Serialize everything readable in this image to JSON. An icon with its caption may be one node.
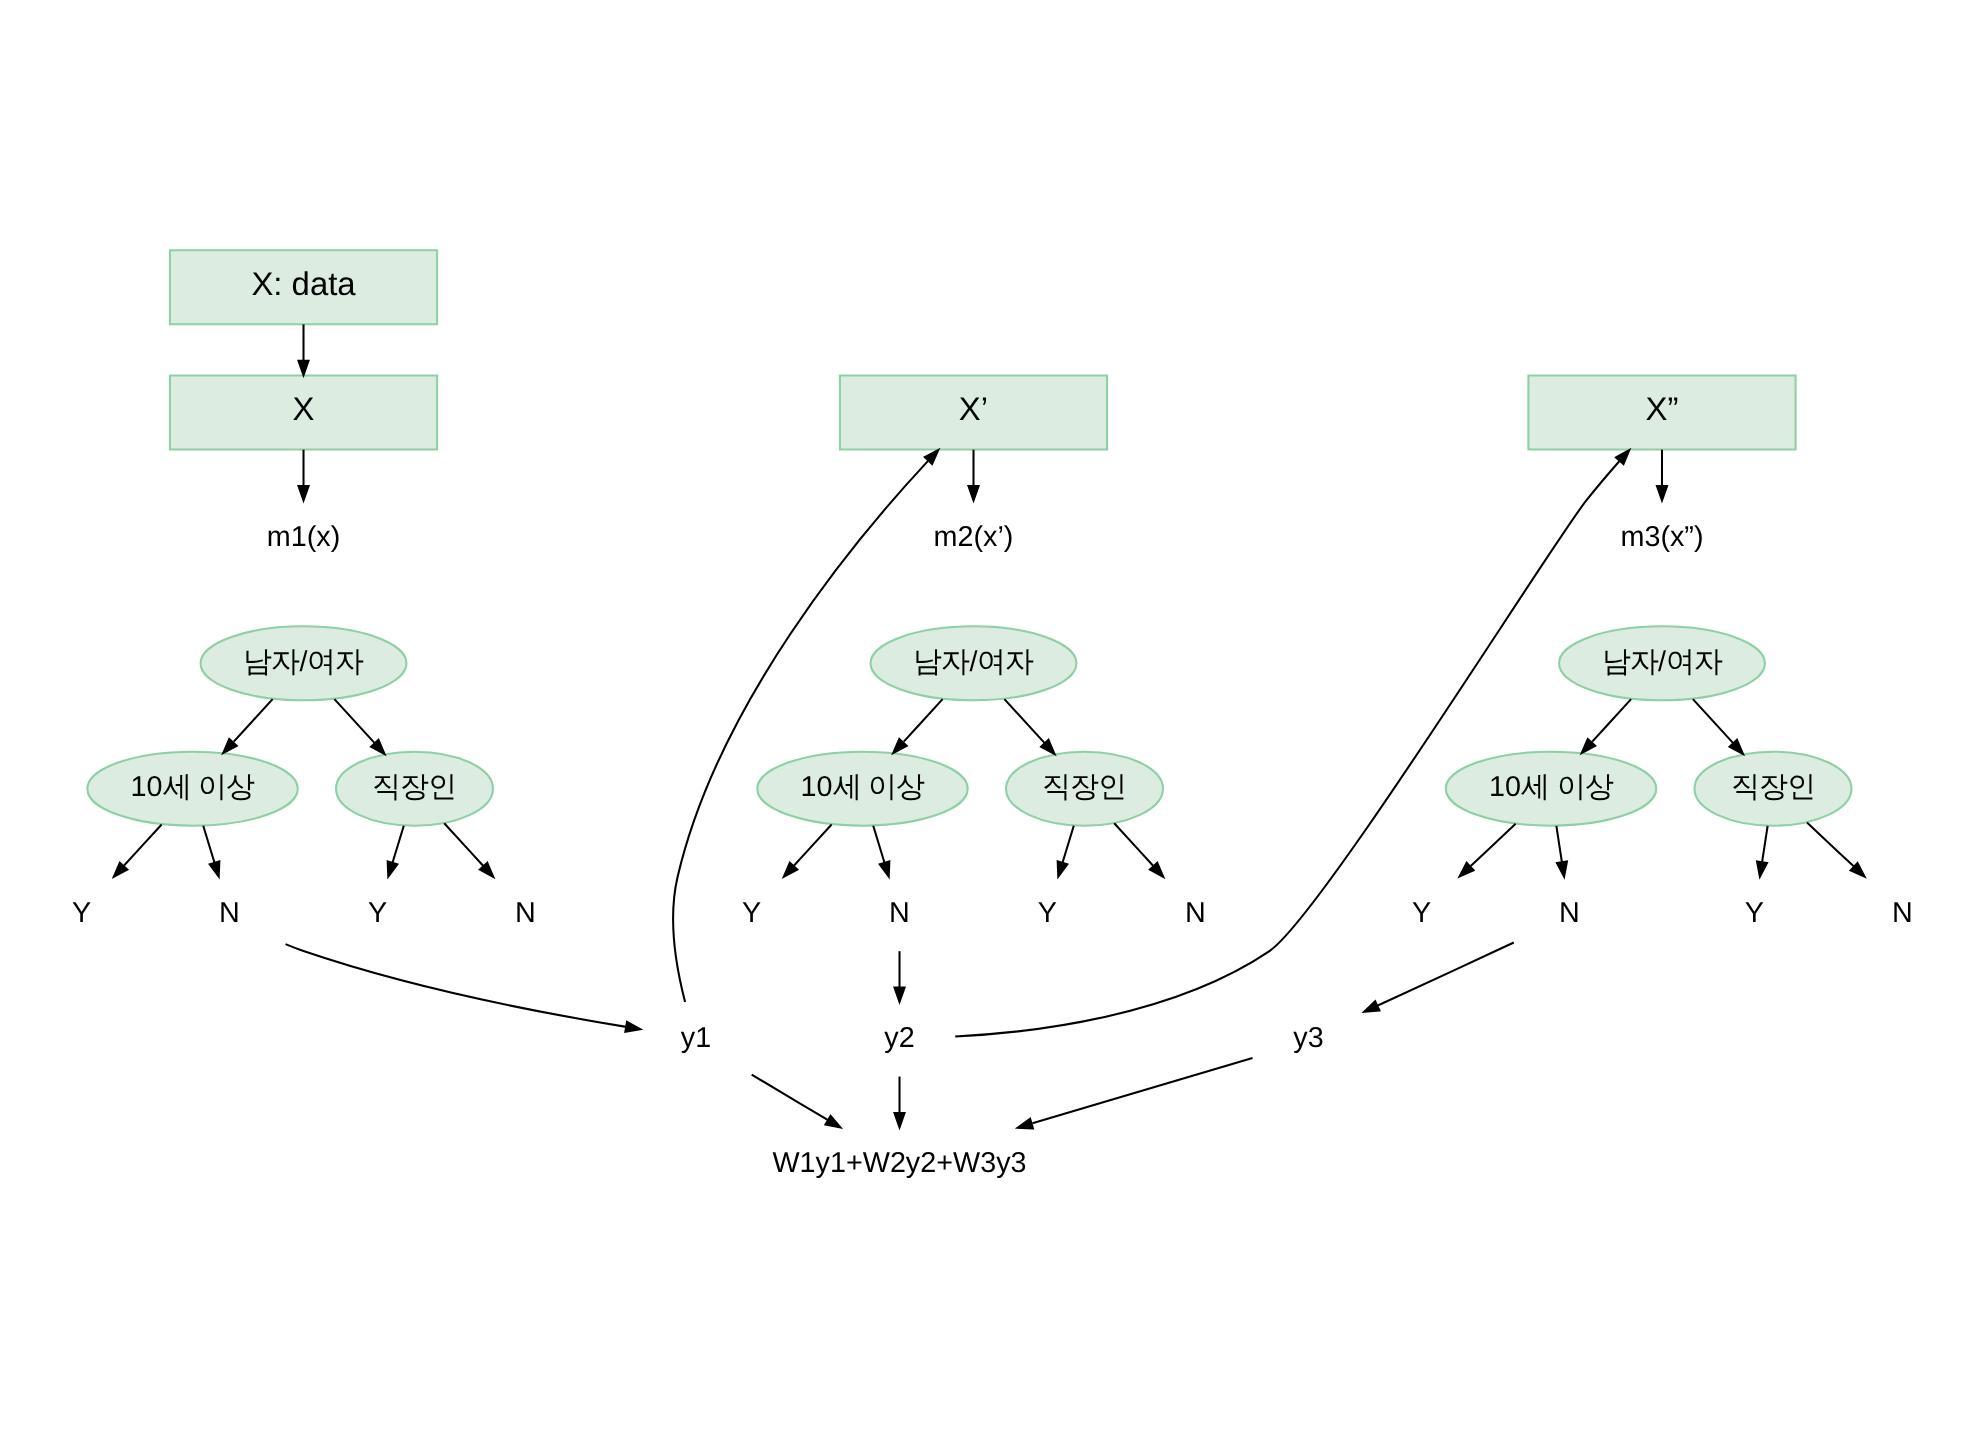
{
  "diagram": {
    "nodes": [
      {
        "text": [
          "X: data"
        ]
      },
      {
        "text": [
          "X"
        ]
      },
      {
        "text": [
          "m1(x)"
        ]
      },
      {
        "text": [
          "남자/여자"
        ]
      },
      {
        "text": [
          "10세 이상"
        ]
      },
      {
        "text": [
          "직장인"
        ]
      },
      {
        "text": [
          "Y"
        ]
      },
      {
        "text": [
          "N"
        ]
      },
      {
        "text": [
          "Y"
        ]
      },
      {
        "text": [
          "N"
        ]
      },
      {
        "text": [
          "y1"
        ]
      },
      {
        "text": [
          "X’"
        ]
      },
      {
        "text": [
          "m2(x’)"
        ]
      },
      {
        "text": [
          "남자/여자"
        ]
      },
      {
        "text": [
          "10세 이상"
        ]
      },
      {
        "text": [
          "직장인"
        ]
      },
      {
        "text": [
          "Y"
        ]
      },
      {
        "text": [
          "N"
        ]
      },
      {
        "text": [
          "Y"
        ]
      },
      {
        "text": [
          "N"
        ]
      },
      {
        "text": [
          "y2"
        ]
      },
      {
        "text": [
          "X”"
        ]
      },
      {
        "text": [
          "m3(x”)"
        ]
      },
      {
        "text": [
          "남자/여자"
        ]
      },
      {
        "text": [
          "10세 이상"
        ]
      },
      {
        "text": [
          "직장인"
        ]
      },
      {
        "text": [
          "Y"
        ]
      },
      {
        "text": [
          "N"
        ]
      },
      {
        "text": [
          "Y"
        ]
      },
      {
        "text": [
          "N"
        ]
      },
      {
        "text": [
          "y3"
        ]
      },
      {
        "text": [
          "W1y1+W2y2+W3y3"
        ]
      }
    ],
    "edges": [
      {
        "from": 0,
        "to": 1,
        "arrow": "to"
      },
      {
        "from": 1,
        "to": 2,
        "arrow": "to"
      },
      {
        "from": 3,
        "to": 4,
        "arrow": "to"
      },
      {
        "from": 3,
        "to": 5,
        "arrow": "to"
      },
      {
        "from": 4,
        "to": 6,
        "arrow": "to"
      },
      {
        "from": 4,
        "to": 7,
        "arrow": "to"
      },
      {
        "from": 5,
        "to": 8,
        "arrow": "to"
      },
      {
        "from": 5,
        "to": 9,
        "arrow": "to"
      },
      {
        "from": 7,
        "to": 10,
        "arrow": "to"
      },
      {
        "from": 10,
        "to": 11,
        "arrow": "to"
      },
      {
        "from": 11,
        "to": 12,
        "arrow": "to"
      },
      {
        "from": 13,
        "to": 14,
        "arrow": "to"
      },
      {
        "from": 13,
        "to": 15,
        "arrow": "to"
      },
      {
        "from": 14,
        "to": 16,
        "arrow": "to"
      },
      {
        "from": 14,
        "to": 17,
        "arrow": "to"
      },
      {
        "from": 15,
        "to": 18,
        "arrow": "to"
      },
      {
        "from": 15,
        "to": 19,
        "arrow": "to"
      },
      {
        "from": 17,
        "to": 20,
        "arrow": "to"
      },
      {
        "from": 20,
        "to": 21,
        "arrow": "to"
      },
      {
        "from": 21,
        "to": 22,
        "arrow": "to"
      },
      {
        "from": 23,
        "to": 24,
        "arrow": "to"
      },
      {
        "from": 23,
        "to": 25,
        "arrow": "to"
      },
      {
        "from": 24,
        "to": 26,
        "arrow": "to"
      },
      {
        "from": 24,
        "to": 27,
        "arrow": "to"
      },
      {
        "from": 25,
        "to": 28,
        "arrow": "to"
      },
      {
        "from": 25,
        "to": 29,
        "arrow": "to"
      },
      {
        "from": 27,
        "to": 30,
        "arrow": "to"
      },
      {
        "from": 10,
        "to": 31,
        "arrow": "to"
      },
      {
        "from": 20,
        "to": 31,
        "arrow": "to"
      },
      {
        "from": 30,
        "to": 31,
        "arrow": "to"
      }
    ]
  }
}
